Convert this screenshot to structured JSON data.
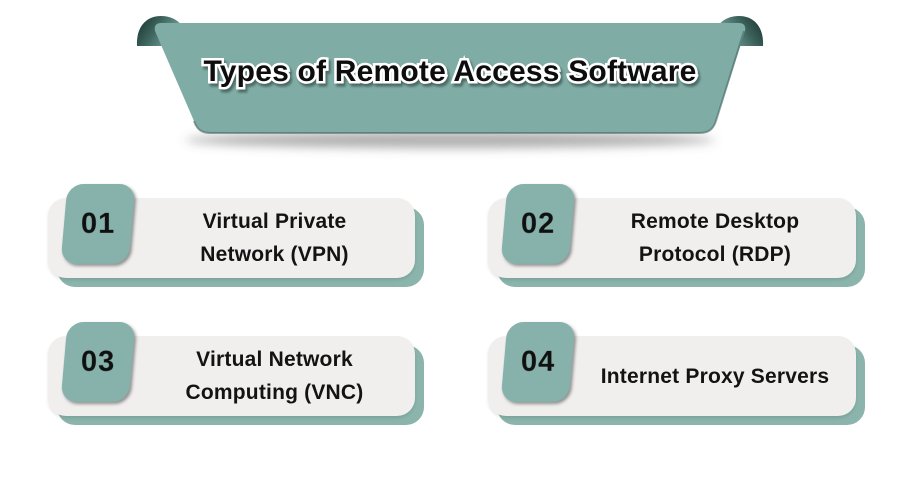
{
  "banner": {
    "title": "Types of Remote Access Software"
  },
  "colors": {
    "ribbon_teal": "#7fada6",
    "ribbon_curl_dark": "#1d3531",
    "card_back_teal": "#8ab4ac",
    "badge_teal": "#86b2ab",
    "card_background": "#f0efee",
    "text": "#131313",
    "page_background": "#ffffff"
  },
  "cards": [
    {
      "number": "01",
      "line1": "Virtual Private",
      "line2": "Network (VPN)"
    },
    {
      "number": "02",
      "line1": "Remote Desktop",
      "line2": "Protocol (RDP)"
    },
    {
      "number": "03",
      "line1": "Virtual Network",
      "line2": "Computing (VNC)"
    },
    {
      "number": "04",
      "line1": "Internet Proxy Servers",
      "line2": ""
    }
  ]
}
